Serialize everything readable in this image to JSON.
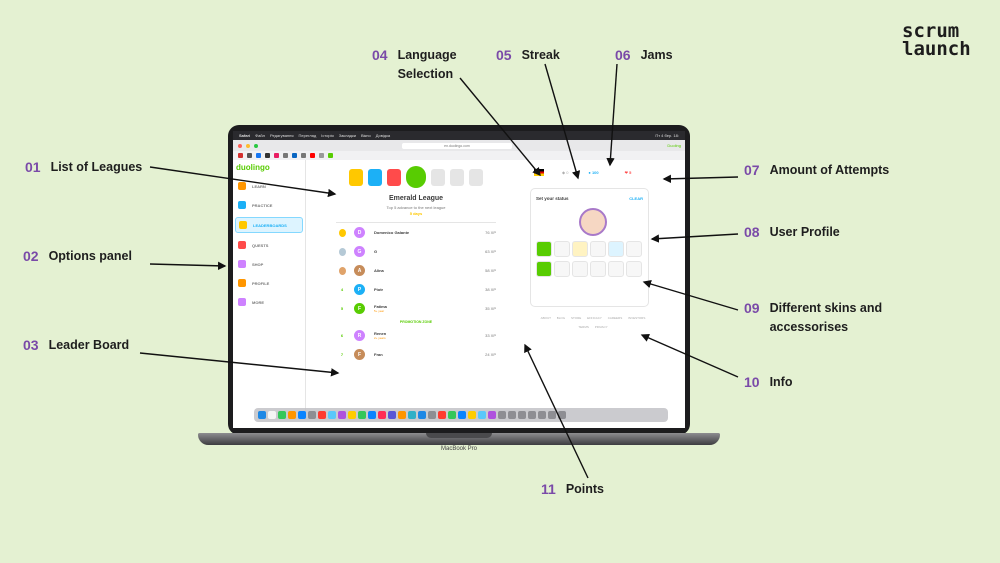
{
  "brand": {
    "line1": "scrum",
    "line2": "launch"
  },
  "callouts": [
    {
      "num": "01",
      "label": "List of Leagues"
    },
    {
      "num": "02",
      "label": "Options panel"
    },
    {
      "num": "03",
      "label": "Leader Board"
    },
    {
      "num": "04",
      "label": "Language",
      "label2": "Selection"
    },
    {
      "num": "05",
      "label": "Streak"
    },
    {
      "num": "06",
      "label": "Jams"
    },
    {
      "num": "07",
      "label": "Amount of Attempts"
    },
    {
      "num": "08",
      "label": "User Profile"
    },
    {
      "num": "09",
      "label": "Different skins and",
      "label2": "accessorises"
    },
    {
      "num": "10",
      "label": "Info"
    },
    {
      "num": "11",
      "label": "Points"
    }
  ],
  "browser": {
    "menu": [
      "Safari",
      "Файл",
      "Редагування",
      "Перегляд",
      "Історія",
      "Закладки",
      "Вікно",
      "Довідка"
    ],
    "address": "en.duolingo.com",
    "time": "Пт 4 бер. 18:",
    "tab_label": "Duoling"
  },
  "app": {
    "logo": "duolingo",
    "nav": [
      {
        "label": "LEARN",
        "color": "#ff9600"
      },
      {
        "label": "PRACTICE",
        "color": "#1cb0f6"
      },
      {
        "label": "LEADERBOARDS",
        "color": "#ffc800",
        "active": true
      },
      {
        "label": "QUESTS",
        "color": "#ff4b4b"
      },
      {
        "label": "SHOP",
        "color": "#ce82ff"
      },
      {
        "label": "PROFILE",
        "color": "#ff9600"
      },
      {
        "label": "MORE",
        "color": "#ce82ff"
      }
    ],
    "league_colors": [
      "#ffc800",
      "#1cb0f6",
      "#ff4b4b",
      "#58cc02",
      "#e5e5e5",
      "#e5e5e5",
      "#e5e5e5"
    ],
    "league": {
      "title": "Emerald League",
      "subtitle": "Top 5 advance to the next league",
      "days": "5 days"
    },
    "leaderboard": [
      {
        "rank": "1",
        "initial": "D",
        "name": "Domenico Galante",
        "xp": "76 XP",
        "color": "#ce82ff",
        "medal": "#ffc800"
      },
      {
        "rank": "2",
        "initial": "G",
        "name": "G",
        "xp": "63 XP",
        "color": "#ce82ff",
        "medal": "#b5c9d6"
      },
      {
        "rank": "3",
        "initial": "A",
        "name": "Alina",
        "xp": "58 XP",
        "color": "#c68c5a",
        "medal": "#e0a36a"
      },
      {
        "rank": "4",
        "initial": "P",
        "name": "Piotr",
        "xp": "38 XP",
        "color": "#1cb0f6"
      },
      {
        "rank": "5",
        "initial": "F",
        "name": "Fatima",
        "sub": "5+ year",
        "xp": "35 XP",
        "color": "#58cc02"
      },
      {
        "rank": "6",
        "initial": "R",
        "name": "Renen",
        "sub": "2+ years",
        "xp": "33 XP",
        "color": "#ce82ff"
      },
      {
        "rank": "7",
        "initial": "F",
        "name": "Fran",
        "xp": "24 XP",
        "color": "#c68c5a"
      }
    ],
    "promotion_zone": "PROMOTION ZONE",
    "stats": {
      "streak": "0",
      "gems": "100",
      "hearts": "5"
    },
    "status": {
      "title": "Set your status",
      "clear": "CLEAR"
    },
    "skin_colors": [
      "#58cc02",
      "#f7f7f7",
      "#fff3c2",
      "#f7f7f7",
      "#ddf4ff",
      "#f7f7f7",
      "#58cc02",
      "#f7f7f7",
      "#f7f7f7",
      "#f7f7f7",
      "#f7f7f7",
      "#f7f7f7"
    ],
    "footer": [
      "ABOUT",
      "BLOG",
      "STORE",
      "EFFICACY",
      "CAREERS",
      "INVESTORS",
      "TERMS",
      "PRIVACY"
    ]
  },
  "device_label": "MacBook Pro",
  "colors": {
    "background": "#e4f1d2",
    "accent": "#7a4aa8",
    "green": "#58cc02",
    "blue": "#1cb0f6"
  }
}
